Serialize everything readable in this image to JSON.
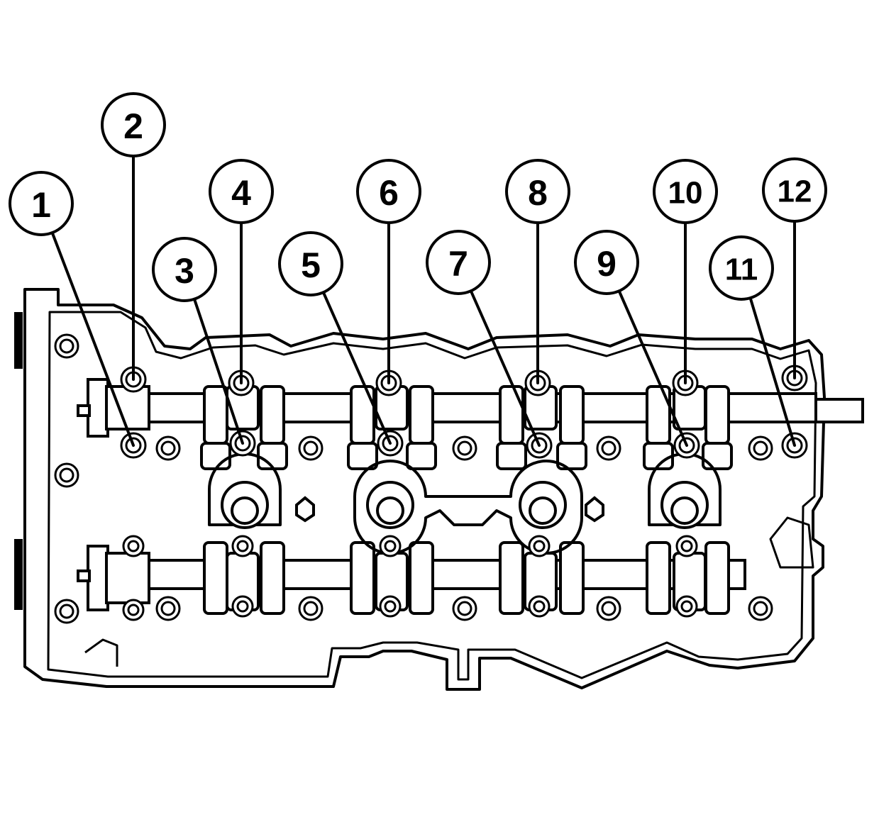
{
  "callouts": [
    {
      "number": "1"
    },
    {
      "number": "2"
    },
    {
      "number": "3"
    },
    {
      "number": "4"
    },
    {
      "number": "5"
    },
    {
      "number": "6"
    },
    {
      "number": "7"
    },
    {
      "number": "8"
    },
    {
      "number": "9"
    },
    {
      "number": "10"
    },
    {
      "number": "11"
    },
    {
      "number": "12"
    }
  ],
  "colors": {
    "line": "#000000",
    "background": "#ffffff"
  }
}
